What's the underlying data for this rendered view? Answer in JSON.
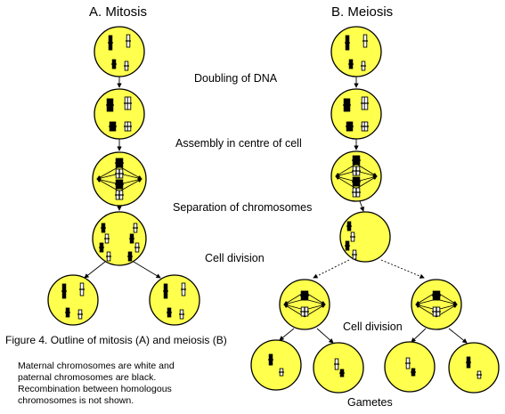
{
  "titles": {
    "mitosis": "A. Mitosis",
    "meiosis": "B. Meiosis"
  },
  "stages": {
    "doubling": "Doubling of DNA",
    "assembly": "Assembly in centre of cell",
    "separation": "Separation of chromosomes",
    "division_1": "Cell division",
    "division_2": "Cell division",
    "gametes": "Gametes"
  },
  "caption": "Figure 4.  Outline of mitosis (A) and meiosis (B)",
  "note": "Maternal chromosomes are white and paternal chromosomes are black. Recombination between homologous chromosomes is not shown.",
  "colors": {
    "cell_fill": "#ffff4d",
    "cell_stroke": "#000000",
    "paternal": "#000000",
    "maternal": "#ffffff"
  }
}
